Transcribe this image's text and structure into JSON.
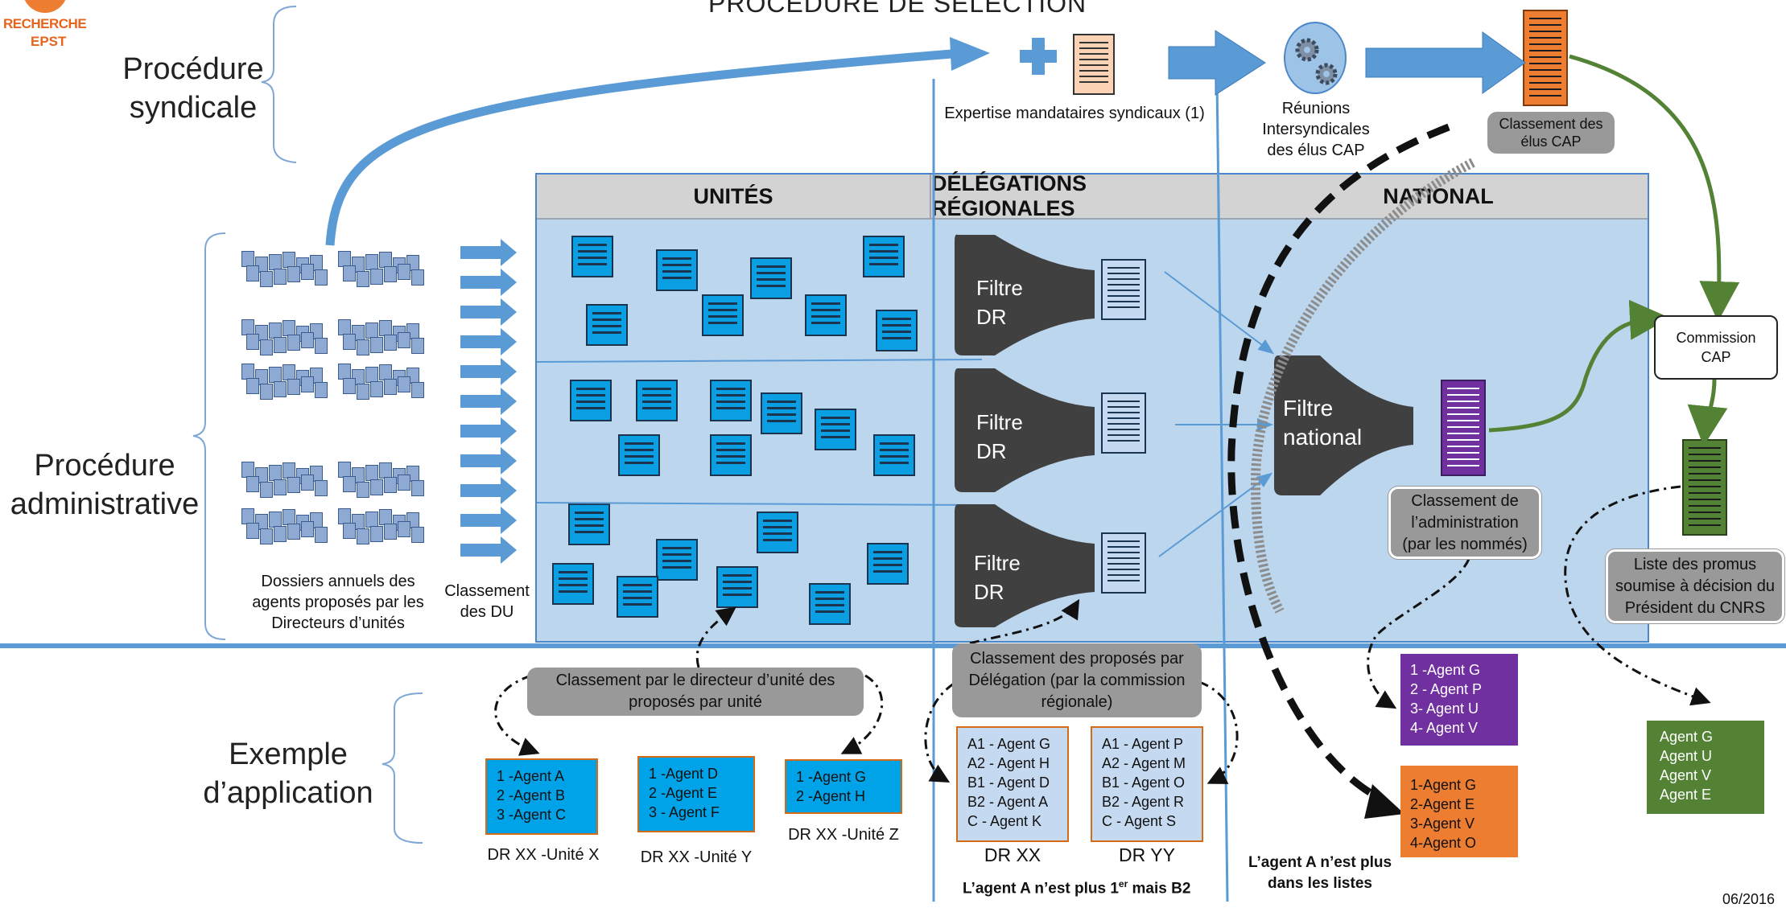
{
  "logo": {
    "line1": "RECHERCHE",
    "line2": "EPST"
  },
  "title": "PROCÉDURE DE SÉLECTION",
  "left_labels": {
    "syndicale": [
      "Procédure",
      "syndicale"
    ],
    "administrative": [
      "Procédure",
      "administrative"
    ],
    "exemple": [
      "Exemple",
      "d’application"
    ]
  },
  "syndical_flow": {
    "expertise": "Expertise mandataires syndicaux (1)",
    "reunions": [
      "Réunions",
      "Intersyndicales",
      "des élus CAP"
    ],
    "classement_elus": [
      "Classement des",
      "élus CAP"
    ]
  },
  "columns": {
    "unites": "UNITÉS",
    "delegations": "DÉLÉGATIONS RÉGIONALES",
    "national": "NATIONAL"
  },
  "dossiers_label": [
    "Dossiers annuels des",
    "agents proposés par les",
    "Directeurs d’unités"
  ],
  "classement_du": [
    "Classement",
    "des DU"
  ],
  "filters": {
    "dr": [
      "Filtre",
      "DR"
    ],
    "national": [
      "Filtre",
      "national"
    ]
  },
  "classement_admin": [
    "Classement de",
    "l’administration",
    "(par les nommés)"
  ],
  "commission": [
    "Commission",
    "CAP"
  ],
  "liste_promus": [
    "Liste des promus",
    "soumise à décision du",
    "Président du CNRS"
  ],
  "classement_directeur": [
    "Classement par le directeur d’unité des",
    "proposés par unité"
  ],
  "classement_delegation": [
    "Classement des proposés par",
    "Délégation (par la commission",
    "régionale)"
  ],
  "unit_lists": [
    {
      "items": [
        "1 -Agent A",
        "2 -Agent B",
        "3 -Agent C"
      ],
      "caption": "DR XX -Unité X"
    },
    {
      "items": [
        "1 -Agent D",
        "2 -Agent E",
        "3 - Agent F"
      ],
      "caption": "DR XX -Unité Y"
    },
    {
      "items": [
        "1 -Agent G",
        "2 -Agent H"
      ],
      "caption": "DR XX -Unité Z"
    }
  ],
  "dr_lists": [
    {
      "items": [
        "A1 - Agent G",
        "A2 - Agent H",
        "B1 - Agent D",
        "B2 - Agent A",
        "C - Agent K"
      ],
      "caption": "DR XX"
    },
    {
      "items": [
        "A1 - Agent P",
        "A2 - Agent M",
        "B1 - Agent O",
        "B2 - Agent R",
        "C - Agent S"
      ],
      "caption": "DR YY"
    }
  ],
  "admin_list": [
    "1 -Agent G",
    "2 - Agent P",
    "3- Agent U",
    "4- Agent V"
  ],
  "elus_list": [
    "1-Agent G",
    "2-Agent E",
    "3-Agent V",
    "4-Agent O"
  ],
  "final_list": [
    "Agent G",
    "Agent U",
    "Agent V",
    "Agent E"
  ],
  "notes": {
    "b2": "L’agent A n’est plus 1",
    "b2_sup": "er",
    "b2_end": " mais B2",
    "listes": [
      "L’agent A n’est plus",
      "dans les listes"
    ]
  },
  "date": "06/2016",
  "colors": {
    "blue_arrow": "#5b9bd5",
    "green": "#548235",
    "orange": "#ed7d31",
    "purple": "#7030a0",
    "filter": "#404040"
  }
}
